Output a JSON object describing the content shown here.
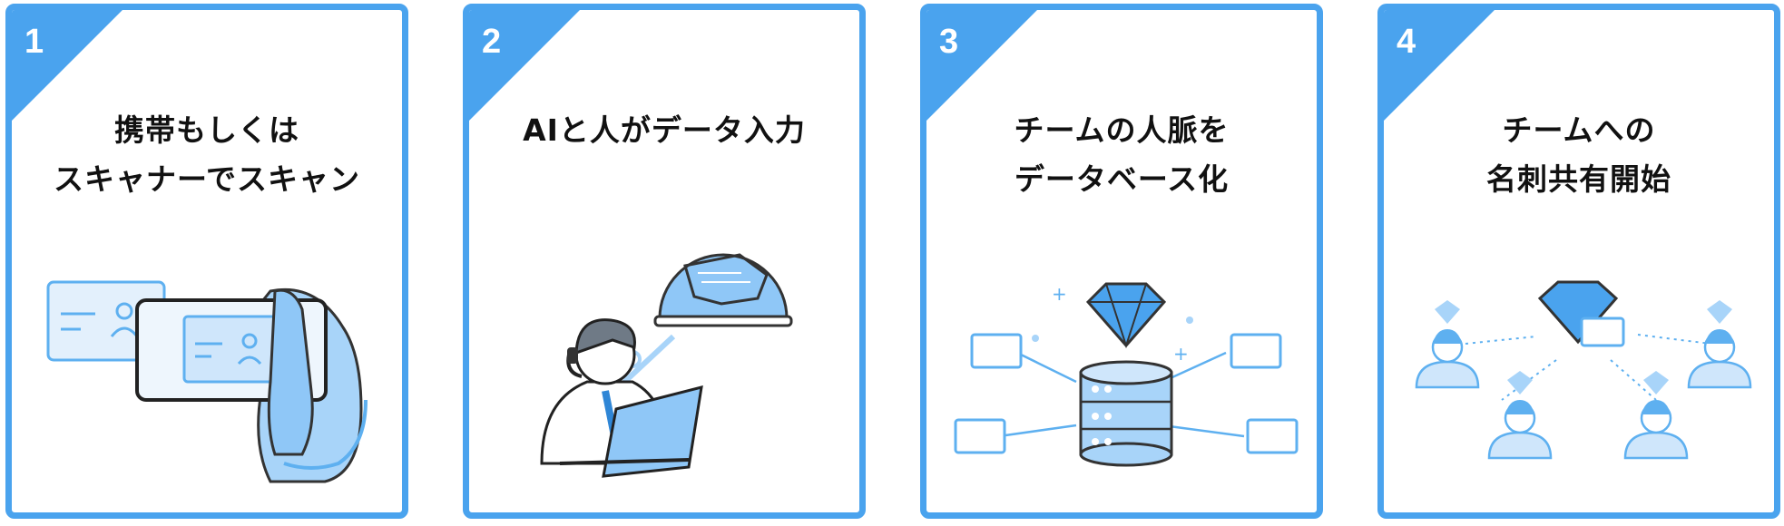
{
  "steps": [
    {
      "number": "1",
      "title_lines": [
        "携帯もしくは",
        "スキャナーでスキャン"
      ],
      "icon": "phone-scan-card"
    },
    {
      "number": "2",
      "title_lines": [
        "AIと人がデータ入力"
      ],
      "icon": "ai-operator-laptop"
    },
    {
      "number": "3",
      "title_lines": [
        "チームの人脈を",
        "データベース化"
      ],
      "icon": "diamond-database"
    },
    {
      "number": "4",
      "title_lines": [
        "チームへの",
        "名刺共有開始"
      ],
      "icon": "team-sharing"
    }
  ],
  "colors": {
    "accent": "#4aa3ee",
    "light_fill": "#cfe6fb",
    "text": "#111111"
  }
}
